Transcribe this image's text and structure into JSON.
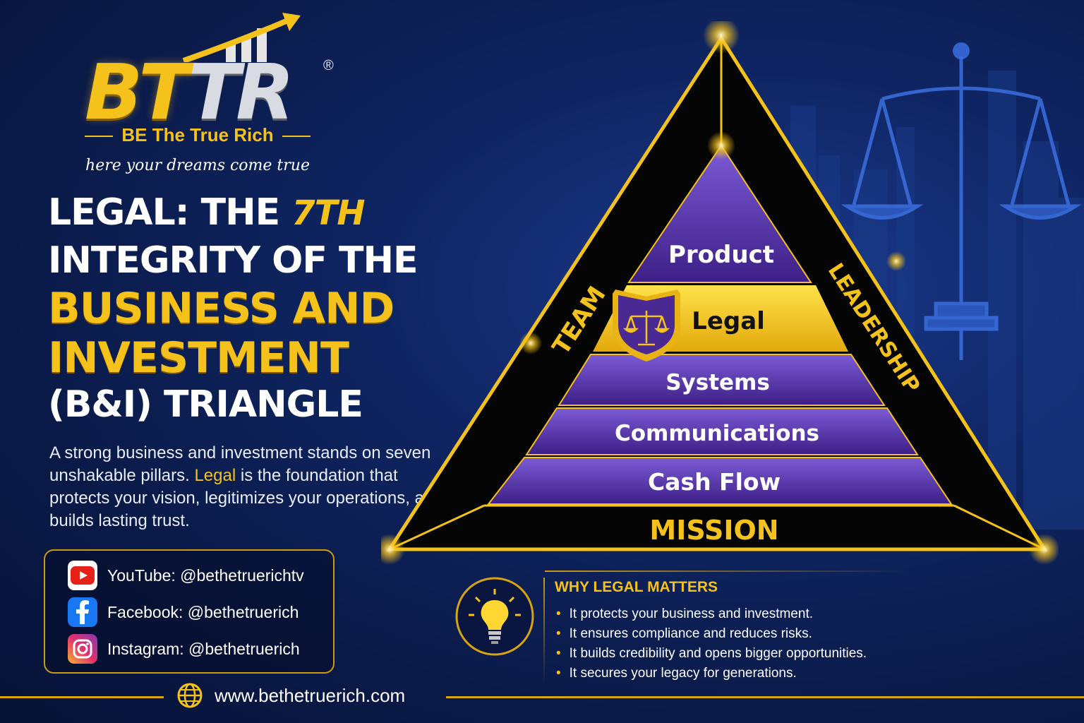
{
  "logo": {
    "letters_gold": "BT",
    "letters_silver": "TR",
    "registered": "®",
    "tagline": "BE The True Rich",
    "script": "here your dreams come true"
  },
  "headline": {
    "part1": "LEGAL: THE ",
    "ordinal": "7TH",
    "line2": "INTEGRITY OF THE",
    "line3": "BUSINESS AND",
    "line4": "INVESTMENT",
    "line5": "(B&I) TRIANGLE"
  },
  "intro": {
    "before": "A strong business and investment stands on seven unshakable pillars. ",
    "highlight": "Legal",
    "after": " is the foundation that protects your vision, legitimizes your operations, and builds lasting trust."
  },
  "triangle": {
    "left_side": "TEAM",
    "right_side": "LEADERSHIP",
    "base": "MISSION",
    "layers": [
      "Product",
      "Legal",
      "Systems",
      "Communications",
      "Cash Flow"
    ],
    "highlight_layer": "Legal"
  },
  "social": {
    "youtube": "YouTube: @bethetruerichtv",
    "facebook": "Facebook: @bethetruerich",
    "instagram": "Instagram: @bethetruerich"
  },
  "website": "www.bethetruerich.com",
  "why": {
    "title": "WHY LEGAL MATTERS",
    "items": [
      "It protects your business and investment.",
      "It ensures compliance and reduces risks.",
      "It builds credibility and opens bigger opportunities.",
      "It secures your legacy for generations."
    ]
  },
  "colors": {
    "gold": "#f4c21a",
    "purple": "#4b2a91",
    "navy": "#0a1a48"
  },
  "icons": [
    "youtube-icon",
    "facebook-icon",
    "instagram-icon",
    "globe-icon",
    "lightbulb-icon",
    "scales-icon",
    "growth-arrow-icon"
  ]
}
